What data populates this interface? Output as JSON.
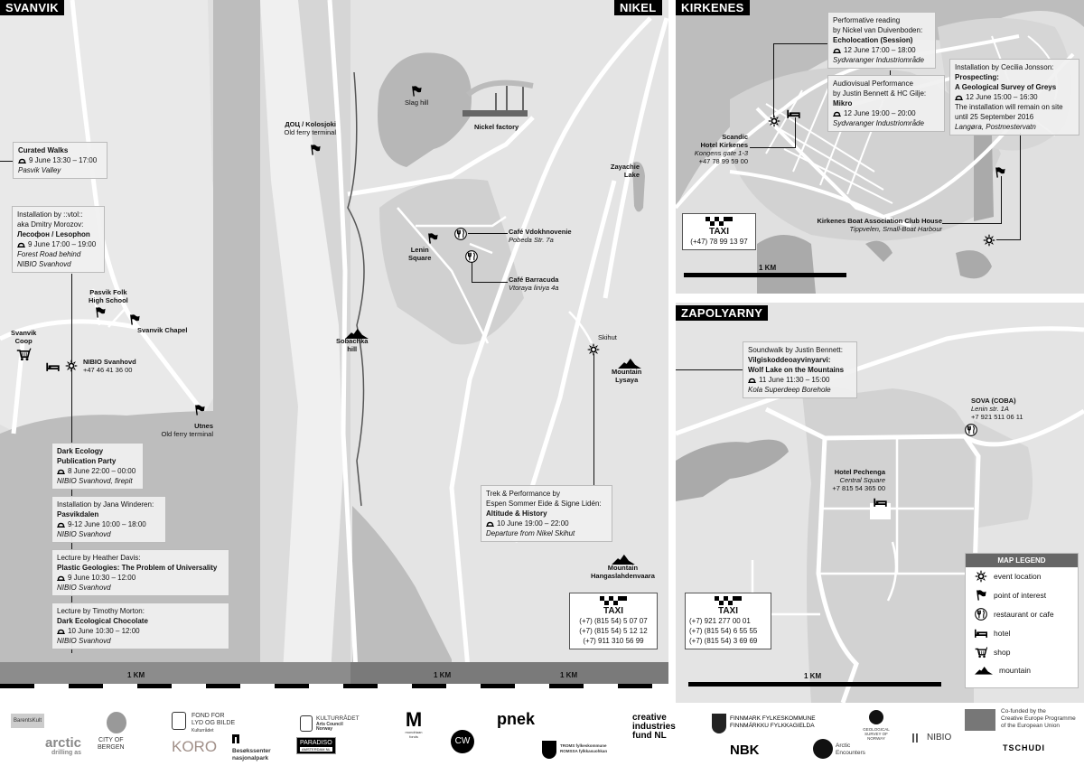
{
  "svanvik": {
    "title": "SVANVIK",
    "events": [
      {
        "pre": [],
        "bold": [
          "Curated Walks"
        ],
        "date": "9 June 13:30 – 17:00",
        "place": [
          "Pasvik Valley"
        ]
      },
      {
        "pre": [
          "Installation by ::vtol::",
          "aka Dmitry Morozov:"
        ],
        "bold": [
          "Лесофон / Lesophon"
        ],
        "date": "9 June 17:00 – 19:00",
        "place": [
          "Forest Road behind",
          "NIBIO Svanhovd"
        ]
      },
      {
        "pre": [],
        "bold": [
          "Dark Ecology",
          "Publication Party"
        ],
        "date": "8 June 22:00 – 00:00",
        "place": [
          "NIBIO Svanhovd, firepit"
        ]
      },
      {
        "pre": [
          "Installation by Jana Winderen:"
        ],
        "bold": [
          "Pasvikdalen"
        ],
        "date": "9-12 June 10:00 – 18:00",
        "place": [
          "NIBIO Svanhovd"
        ]
      },
      {
        "pre": [
          "Lecture by Heather Davis:"
        ],
        "bold": [
          "Plastic Geologies: The Problem of Universality"
        ],
        "date": "9 June 10:30 – 12:00",
        "place": [
          "NIBIO Svanhovd"
        ]
      },
      {
        "pre": [
          "Lecture by Timothy Morton:"
        ],
        "bold": [
          "Dark Ecological Chocolate"
        ],
        "date": "10 June 10:30 – 12:00",
        "place": [
          "NIBIO Svanhovd"
        ]
      }
    ],
    "places": {
      "folk_school": [
        "Pasvik Folk",
        "High School"
      ],
      "chapel": "Svanvik Chapel",
      "coop": [
        "Svanvik",
        "Coop"
      ],
      "nibio": "NIBIO Svanhovd",
      "nibio_phone": "+47 46 41 36 00",
      "utnes": "Utnes",
      "utnes_sub": "Old ferry terminal"
    }
  },
  "nikel": {
    "title": "NIKEL",
    "places": {
      "kolosjoki": "ДОЦ / Kolosjoki",
      "kolosjoki_sub": "Old ferry terminal",
      "slag_hill": "Slag hill",
      "factory": "Nickel factory",
      "lake": [
        "Zayachie",
        "Lake"
      ],
      "lenin": [
        "Lenin",
        "Square"
      ],
      "cafe1": "Café Vdokhnovenie",
      "cafe1_addr": "Pobeda Str. 7a",
      "cafe2": "Café Barracuda",
      "cafe2_addr": "Vtoraya liniya 4a",
      "sobachka": [
        "Sobachka",
        "hill"
      ],
      "skihut": "Skihut",
      "lysaya": [
        "Mountain",
        "Lysaya"
      ],
      "hanga": [
        "Mountain",
        "Hangaslahdenvaara"
      ]
    },
    "event": {
      "pre": [
        "Trek & Performance by",
        "Espen Sommer Eide & Signe Lidén:"
      ],
      "bold": [
        "Altitude & History"
      ],
      "date": "10 June 19:00 – 22:00",
      "place": [
        "Departure from Nikel Skihut"
      ]
    },
    "taxi": {
      "label": "TAXI",
      "phones": [
        "(+7) (815 54) 5 07 07",
        "(+7) (815 54) 5 12 12",
        "(+7) 911 310 56 99"
      ]
    }
  },
  "scale": {
    "label": "1 KM"
  },
  "kirkenes": {
    "title": "KIRKENES",
    "events": [
      {
        "pre": [
          "Performative reading",
          "by Nickel van Duivenboden:"
        ],
        "bold": [
          "Echolocation (Session)"
        ],
        "date": "12 June 17:00 – 18:00",
        "place": [
          "Sydvaranger Industriområde"
        ]
      },
      {
        "pre": [
          "Audiovisual Performance",
          "by Justin Bennett & HC Gilje:"
        ],
        "bold": [
          "Mikro"
        ],
        "date": "12 June 19:00 – 20:00",
        "place": [
          "Sydvaranger Industriområde"
        ]
      },
      {
        "pre": [
          "Installation by Cecilia Jonsson:"
        ],
        "bold": [
          "Prospecting:",
          "A Geological Survey of Greys"
        ],
        "date": "12 June 15:00 – 16:30",
        "extra": [
          "The installation will remain on site",
          "until 25 September 2016"
        ],
        "place": [
          "Langøra, Postmestervatn"
        ]
      }
    ],
    "hotel": {
      "name": [
        "Scandic",
        "Hotel Kirkenes"
      ],
      "addr": "Kongens gate 1-3",
      "phone": "+47 78 99 59 00"
    },
    "boat": {
      "name": "Kirkenes Boat Association Club House",
      "addr": "Tippvelen, Small-Boat Harbour"
    },
    "taxi": {
      "label": "TAXI",
      "phones": [
        "(+47) 78 99 13 97"
      ]
    }
  },
  "zapolyarny": {
    "title": "ZAPOLYARNY",
    "event": {
      "pre": [
        "Soundwalk by Justin Bennett:"
      ],
      "bold": [
        "Vilgiskoddeoayvinyarvi:",
        "Wolf Lake on the Mountains"
      ],
      "date": "11 June 11:30 – 15:00",
      "place": [
        "Kola Superdeep Borehole"
      ]
    },
    "sova": {
      "name": "SOVA (COBA)",
      "addr": "Lenin str. 1A",
      "phone": "+7 921 511 06 11"
    },
    "hotel": {
      "name": "Hotel Pechenga",
      "addr": "Central Square",
      "phone": "+7 815 54 365 00"
    },
    "taxi": {
      "label": "TAXI",
      "phones": [
        "(+7) 921 277 00 01",
        "(+7) (815 54) 6 55 55",
        "(+7) (815 54) 3 69 69"
      ]
    }
  },
  "legend": {
    "title": "MAP LEGEND",
    "items": [
      {
        "icon": "event-icon",
        "label": "event location"
      },
      {
        "icon": "flag-icon",
        "label": "point of interest"
      },
      {
        "icon": "restaurant-icon",
        "label": "restaurant or cafe"
      },
      {
        "icon": "hotel-icon",
        "label": "hotel"
      },
      {
        "icon": "shop-icon",
        "label": "shop"
      },
      {
        "icon": "mountain-icon",
        "label": "mountain"
      }
    ]
  },
  "logos": {
    "barentskult": "BarentsKult",
    "arctic": "arctic",
    "arctic_sub": "drilling as",
    "bergen": [
      "CITY OF",
      "BERGEN"
    ],
    "fond": [
      "FOND FOR",
      "LYD OG BILDE"
    ],
    "fond_sub": "Kulturrådet",
    "koro": "KORO",
    "besok": [
      "Besøkssenter",
      "nasjonalpark"
    ],
    "kulturradet": "KULTURRÅDET",
    "kulturradet_sub": [
      "Arts Council",
      "Norway"
    ],
    "paradiso": "PARADISO",
    "paradiso_sub": "AMSTERDAM NL",
    "mondriaan": "M",
    "mondriaan_sub": "mondriaan fonds",
    "cw": "CW",
    "pnek": "pnek",
    "troms": [
      "TROMS fylkeskommune",
      "ROMSSA fylkkasuohkan"
    ],
    "cif": [
      "creative",
      "industries",
      "fund NL"
    ],
    "finnmark": [
      "FINNMARK FYLKESKOMMUNE",
      "FINNMÁRKKU FYLKKAGIELDA"
    ],
    "nbk": "NBK",
    "arctic_enc": [
      "Arctic",
      "Encounters"
    ],
    "geo": [
      "GEOLOGICAL",
      "SURVEY OF",
      "NORWAY"
    ],
    "nibio": "NIBIO",
    "eu": [
      "Co-funded by the",
      "Creative Europe Programme",
      "of the European Union"
    ],
    "tschudi": "TSCHUDI"
  },
  "colors": {
    "map_bg": "#e4e4e4",
    "river": "#bdbdbd",
    "road": "#ffffff",
    "title_bg": "#000000",
    "legend_header": "#666666"
  }
}
